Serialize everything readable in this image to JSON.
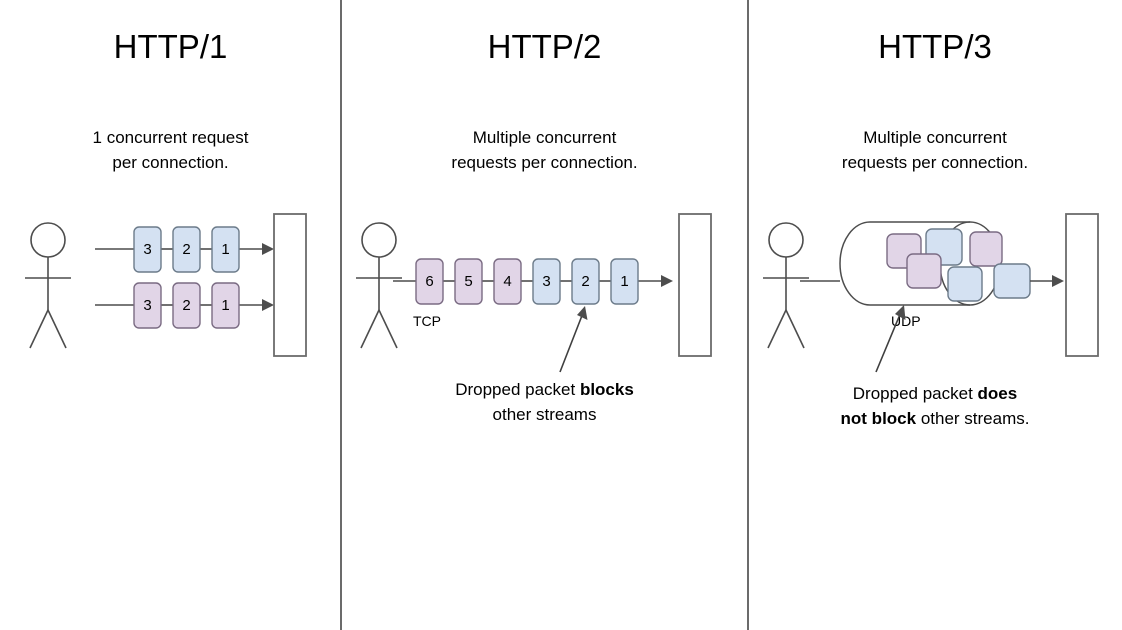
{
  "diagram": {
    "title": "HTTP protocol versions comparison",
    "colors": {
      "packet_blue_fill": "#d4e1f2",
      "packet_blue_stroke": "#6c7b8a",
      "packet_purple_fill": "#e1d5e7",
      "packet_purple_stroke": "#7a6b83",
      "line": "#4d4d4d",
      "divider": "#6b6b6b",
      "background": "#ffffff"
    },
    "panels": [
      {
        "id": "http1",
        "title": "HTTP/1",
        "subtitle": "1 concurrent request\nper connection.",
        "protocol_label": "",
        "note": "",
        "connections": [
          {
            "name": "connection-1",
            "packets": [
              "3",
              "2",
              "1"
            ],
            "color": "blue"
          },
          {
            "name": "connection-2",
            "packets": [
              "3",
              "2",
              "1"
            ],
            "color": "purple"
          }
        ]
      },
      {
        "id": "http2",
        "title": "HTTP/2",
        "subtitle": "Multiple concurrent\nrequests per connection.",
        "protocol_label": "TCP",
        "note_plain_1": "Dropped packet ",
        "note_bold_1": "blocks",
        "note_plain_2": "other streams",
        "connections": [
          {
            "name": "connection-1",
            "packets": [
              "6",
              "5",
              "4",
              "3",
              "2",
              "1"
            ],
            "colors": [
              "purple",
              "purple",
              "purple",
              "blue",
              "blue",
              "blue"
            ]
          }
        ],
        "callout_target": "2"
      },
      {
        "id": "http3",
        "title": "HTTP/3",
        "subtitle": "Multiple concurrent\nrequests per connection.",
        "protocol_label": "UDP",
        "note_plain_1": "Dropped packet ",
        "note_bold_1": "does",
        "note_bold_2": "not block",
        "note_plain_2": " other streams.",
        "packets": [
          {
            "color": "purple"
          },
          {
            "color": "blue"
          },
          {
            "color": "purple"
          },
          {
            "color": "purple"
          },
          {
            "color": "blue"
          },
          {
            "color": "blue"
          }
        ]
      }
    ]
  }
}
